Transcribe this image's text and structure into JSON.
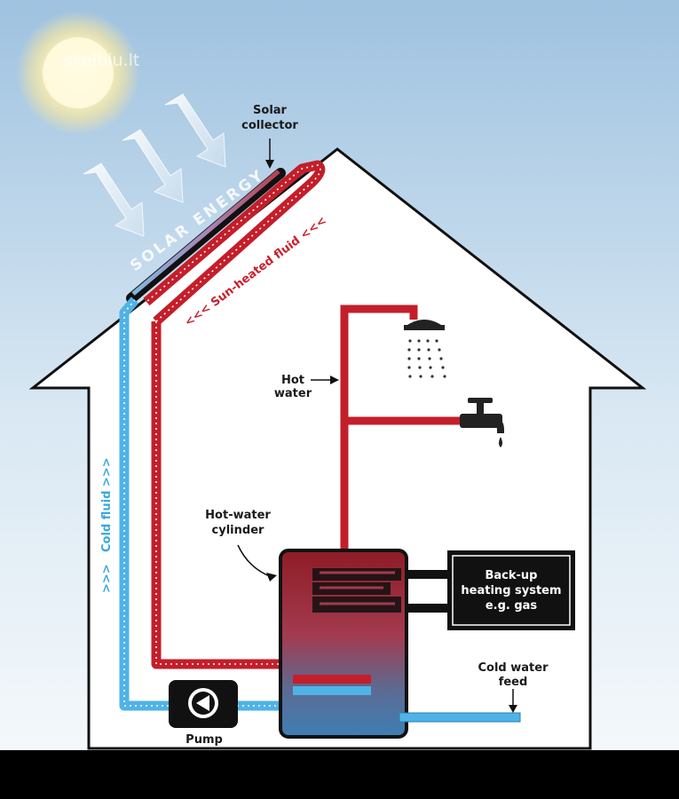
{
  "labels": {
    "solar_collector_line1": "Solar",
    "solar_collector_line2": "collector",
    "solar_energy": "SOLAR ENERGY",
    "sun_heated_fluid": "<<< Sun-heated fluid <<<",
    "cold_fluid": "Cold fluid >>>",
    "cold_fluid_arrows": ">>>",
    "hot_water_line1": "Hot",
    "hot_water_line2": "water",
    "cylinder_line1": "Hot-water",
    "cylinder_line2": "cylinder",
    "backup_line1": "Back-up",
    "backup_line2": "heating system",
    "backup_line3": "e.g. gas",
    "cold_feed_line1": "Cold water",
    "cold_feed_line2": "feed",
    "pump": "Pump"
  },
  "watermark": "skelbiu.lt",
  "icons": {
    "sun": "sun-icon",
    "shower": "shower-head-icon",
    "tap": "tap-faucet-icon",
    "pump": "pump-arrow-icon"
  },
  "colors": {
    "hot_pipe": "#c41e2a",
    "cold_pipe": "#4fb3e6",
    "sky_top": "#a7c7e3",
    "sky_bottom": "#ffffff",
    "house_outline": "#111111",
    "backup_box": "#111111"
  }
}
